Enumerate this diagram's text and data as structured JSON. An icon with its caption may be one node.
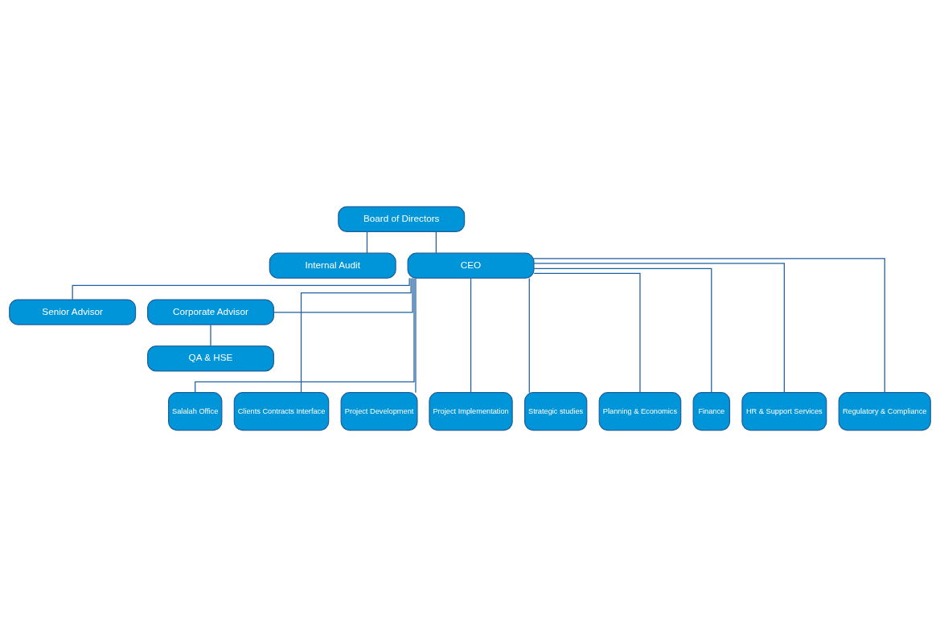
{
  "diagram": {
    "nodes": [
      {
        "text": [
          "Board of Directors"
        ]
      },
      {
        "text": [
          "Internal Audit"
        ]
      },
      {
        "text": [
          "CEO"
        ]
      },
      {
        "text": [
          "Senior Advisor"
        ]
      },
      {
        "text": [
          "Corporate Advisor"
        ]
      },
      {
        "text": [
          "QA & HSE"
        ]
      },
      {
        "text": [
          "Salalah Office"
        ]
      },
      {
        "text": [
          "Clients Contracts Interface"
        ]
      },
      {
        "text": [
          "Project Development"
        ]
      },
      {
        "text": [
          "Project Implementation"
        ]
      },
      {
        "text": [
          "Strategic studies"
        ]
      },
      {
        "text": [
          "Planning & Economics"
        ]
      },
      {
        "text": [
          "Finance"
        ]
      },
      {
        "text": [
          "HR & Support Services"
        ]
      },
      {
        "text": [
          "Regulatory & Compliance"
        ]
      }
    ],
    "edges": [
      {
        "from": 0,
        "to": 2,
        "arrow": "none"
      },
      {
        "from": 0,
        "to": 1,
        "arrow": "none"
      },
      {
        "from": 2,
        "to": 3,
        "arrow": "none"
      },
      {
        "from": 2,
        "to": 4,
        "arrow": "none"
      },
      {
        "from": 4,
        "to": 5,
        "arrow": "none"
      },
      {
        "from": 2,
        "to": 6,
        "arrow": "none"
      },
      {
        "from": 2,
        "to": 7,
        "arrow": "none"
      },
      {
        "from": 2,
        "to": 8,
        "arrow": "none"
      },
      {
        "from": 2,
        "to": 9,
        "arrow": "none"
      },
      {
        "from": 2,
        "to": 10,
        "arrow": "none"
      },
      {
        "from": 2,
        "to": 11,
        "arrow": "none"
      },
      {
        "from": 2,
        "to": 12,
        "arrow": "none"
      },
      {
        "from": 2,
        "to": 13,
        "arrow": "none"
      },
      {
        "from": 2,
        "to": 14,
        "arrow": "none"
      }
    ]
  }
}
